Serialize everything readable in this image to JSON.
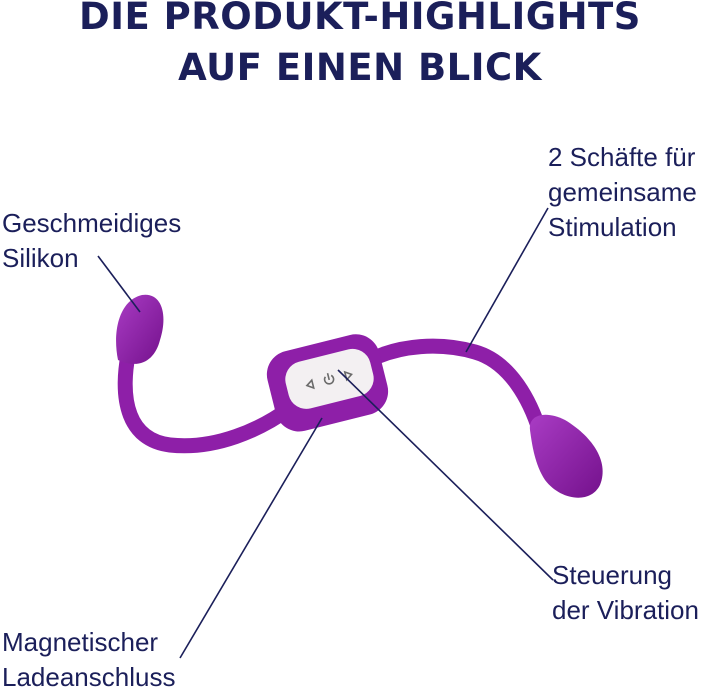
{
  "title": {
    "line1": "DIE PRODUKT-HIGHLIGHTS",
    "line2": "AUF EINEN BLICK"
  },
  "labels": {
    "silikon": "Geschmeidiges\nSilikon",
    "schaefte": "2 Schäfte für\ngemeinsame\nStimulation",
    "steuerung": "Steuerung\nder Vibration",
    "ladeanschluss": "Magnetischer\nLadeanschluss"
  },
  "colors": {
    "text": "#1b1f5a",
    "device": "#8e1fa8",
    "panel": "#f3f0f2"
  },
  "icons": [
    "left-arrow-icon",
    "power-icon",
    "right-arrow-icon"
  ]
}
